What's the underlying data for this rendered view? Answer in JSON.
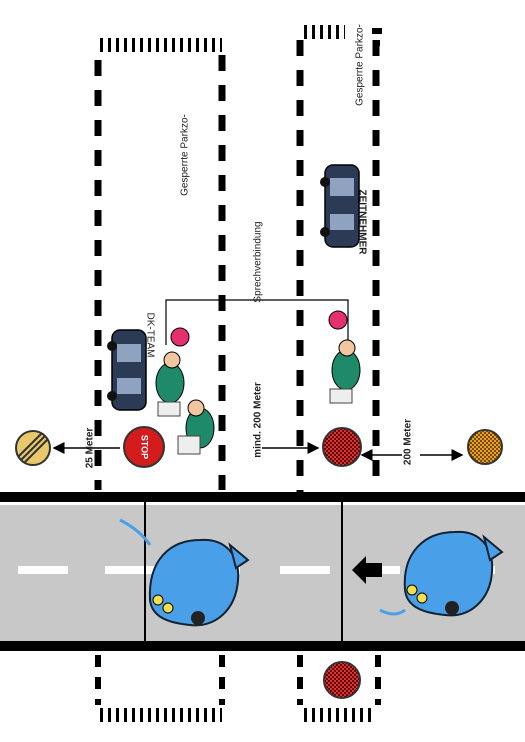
{
  "labels": {
    "dist_25": "25 Meter",
    "dist_min200": "mind. 200 Meter",
    "dist_200": "200 Meter",
    "dk_team": "DK-TEAM",
    "zeitnehmer": "ZEITNEHMER",
    "sprechverbindung": "Sprechverbindung",
    "parkzone_1": "Gesperrte Parkzo-",
    "parkzone_2": "Gesperrte Parkzo-",
    "stop": "STOP"
  },
  "colors": {
    "road": "#c8c8c8",
    "road_edge": "#000000",
    "lane_marking": "#ffffff",
    "stop_sign": "#d41c1c",
    "end_sign": "#e8c86a",
    "start_sign": "#e0a020",
    "car_blue": "#4aa0e8"
  },
  "icons": [
    "stop-sign-icon",
    "end-of-zone-sign-icon",
    "checkered-flag-sign-icon",
    "car-icon",
    "person-icon",
    "arrow-left-icon"
  ]
}
